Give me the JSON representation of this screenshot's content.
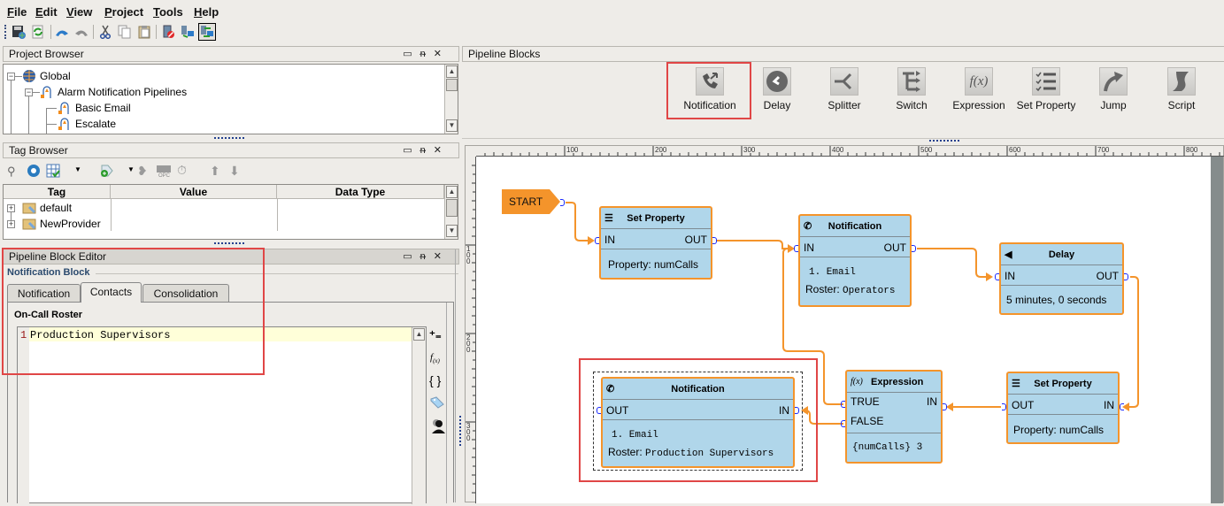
{
  "menu": [
    "File",
    "Edit",
    "View",
    "Project",
    "Tools",
    "Help"
  ],
  "toolbar": {
    "buttons": [
      "save-icon",
      "refresh-icon",
      "undo-icon",
      "redo-icon",
      "cut-icon",
      "copy-icon",
      "paste-icon",
      "disconnect-icon",
      "gateway-comm-icon",
      "gateway-comm-active-icon"
    ]
  },
  "project_browser": {
    "title": "Project Browser",
    "items": [
      {
        "label": "Global",
        "icon": "globe-icon",
        "expanded": true
      },
      {
        "label": "Alarm Notification Pipelines",
        "icon": "pipeline-folder-icon",
        "expanded": true
      },
      {
        "label": "Basic Email",
        "icon": "pipeline-icon"
      },
      {
        "label": "Escalate",
        "icon": "pipeline-icon"
      }
    ]
  },
  "tag_browser": {
    "title": "Tag Browser",
    "columns": [
      "Tag",
      "Value",
      "Data Type"
    ],
    "rows": [
      {
        "tag": "default",
        "value": "",
        "data_type": ""
      },
      {
        "tag": "NewProvider",
        "value": "",
        "data_type": ""
      }
    ]
  },
  "block_editor": {
    "title": "Pipeline Block Editor",
    "section": "Notification Block",
    "tabs": [
      "Notification",
      "Contacts",
      "Consolidation"
    ],
    "active_tab": "Contacts",
    "field_label": "On-Call Roster",
    "editor_lines": [
      {
        "num": "1",
        "text": "Production Supervisors"
      }
    ],
    "side_tools": [
      "add-expression-icon",
      "function-icon",
      "braces-icon",
      "tag-icon",
      "user-icon"
    ]
  },
  "pipeline_blocks": {
    "title": "Pipeline Blocks",
    "palette": [
      {
        "label": "Notification",
        "icon": "phone-icon",
        "highlighted": true
      },
      {
        "label": "Delay",
        "icon": "clock-icon"
      },
      {
        "label": "Splitter",
        "icon": "split-icon"
      },
      {
        "label": "Switch",
        "icon": "switch-icon"
      },
      {
        "label": "Expression",
        "icon": "fx-icon"
      },
      {
        "label": "Set Property",
        "icon": "checklist-icon"
      },
      {
        "label": "Jump",
        "icon": "jump-arrow-icon"
      },
      {
        "label": "Script",
        "icon": "script-icon"
      }
    ]
  },
  "canvas": {
    "ruler_top": [
      "100",
      "200",
      "300",
      "400",
      "500",
      "600",
      "700",
      "800"
    ],
    "ruler_left": [
      "100",
      "200",
      "300"
    ],
    "start_label": "START",
    "blocks": {
      "set_property_1": {
        "title": "Set Property",
        "in": "IN",
        "out": "OUT",
        "body": "Property: numCalls"
      },
      "notification_1": {
        "title": "Notification",
        "in": "IN",
        "out": "OUT",
        "line1": "1. Email",
        "roster_label": "Roster:",
        "roster_value": "Operators"
      },
      "delay": {
        "title": "Delay",
        "in": "IN",
        "out": "OUT",
        "body": "5 minutes, 0 seconds"
      },
      "set_property_2": {
        "title": "Set Property",
        "in": "IN",
        "out": "OUT",
        "body": "Property:  numCalls"
      },
      "expression": {
        "title": "Expression",
        "in": "IN",
        "true": "TRUE",
        "false": "FALSE",
        "body": "{numCalls} 3"
      },
      "notification_2": {
        "title": "Notification",
        "in": "IN",
        "out": "OUT",
        "line1": "1. Email",
        "roster_label": "Roster:",
        "roster_value": "Production Supervisors"
      }
    }
  },
  "colors": {
    "block_fill": "#b0d6ea",
    "block_border": "#f4942b",
    "connector": "#f4942b",
    "highlight": "#e04646",
    "port": "#1a2aff"
  }
}
